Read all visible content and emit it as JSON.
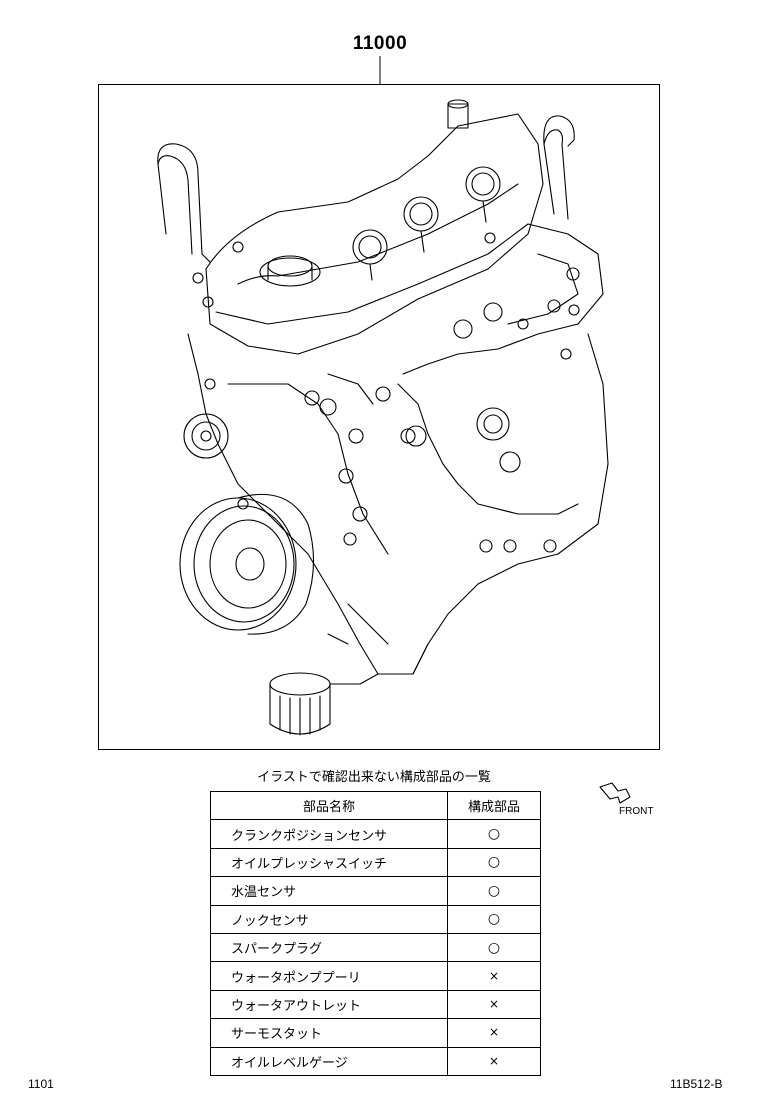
{
  "diagram": {
    "part_number": "11000",
    "front_label": "FRONT",
    "page_code_left": "1101",
    "page_code_right": "11B512-B"
  },
  "table": {
    "caption": "イラストで確認出来ない構成部品の一覧",
    "headers": [
      "部品名称",
      "構成部品"
    ],
    "rows": [
      {
        "name": "クランクポジションセンサ",
        "mark": "○"
      },
      {
        "name": "オイルプレッシャスイッチ",
        "mark": "○"
      },
      {
        "name": "水温センサ",
        "mark": "○"
      },
      {
        "name": "ノックセンサ",
        "mark": "○"
      },
      {
        "name": "スパークプラグ",
        "mark": "○"
      },
      {
        "name": "ウォータポンププーリ",
        "mark": "×"
      },
      {
        "name": "ウォータアウトレット",
        "mark": "×"
      },
      {
        "name": "サーモスタット",
        "mark": "×"
      },
      {
        "name": "オイルレベルゲージ",
        "mark": "×"
      }
    ]
  }
}
